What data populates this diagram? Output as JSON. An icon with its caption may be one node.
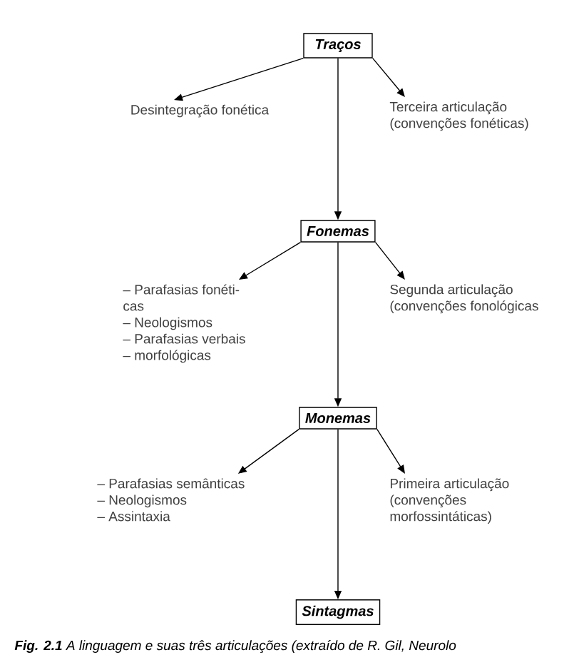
{
  "diagram": {
    "caption": "**Fig. 2.1** A linguagem e suas três articulações (extraído de R. Gil, Neurolo",
    "nodes": [
      {
        "text": [
          "Traços"
        ]
      },
      {
        "text": [
          "Desintegração fonética"
        ]
      },
      {
        "text": [
          "Terceira articulação",
          "(convenções fonéticas)"
        ]
      },
      {
        "text": [
          "Fonemas"
        ]
      },
      {
        "text": [
          "– Parafasias fonéti-",
          "cas",
          "– Neologismos",
          "– Parafasias verbais",
          "– morfológicas"
        ]
      },
      {
        "text": [
          "Segunda articulação",
          "(convenções fonológicas"
        ]
      },
      {
        "text": [
          "Monemas"
        ]
      },
      {
        "text": [
          "– Parafasias semânticas",
          "– Neologismos",
          "– Assintaxia"
        ]
      },
      {
        "text": [
          "Primeira articulação",
          "(convenções",
          "morfossintáticas)"
        ]
      },
      {
        "text": [
          "Sintagmas"
        ]
      }
    ],
    "edges": [
      {
        "from": 0,
        "to": 1,
        "arrow": "to"
      },
      {
        "from": 0,
        "to": 2,
        "arrow": "to"
      },
      {
        "from": 0,
        "to": 3,
        "arrow": "to"
      },
      {
        "from": 3,
        "to": 4,
        "arrow": "to"
      },
      {
        "from": 3,
        "to": 5,
        "arrow": "to"
      },
      {
        "from": 3,
        "to": 6,
        "arrow": "to"
      },
      {
        "from": 6,
        "to": 7,
        "arrow": "to"
      },
      {
        "from": 6,
        "to": 8,
        "arrow": "to"
      },
      {
        "from": 6,
        "to": 9,
        "arrow": "to"
      }
    ]
  }
}
